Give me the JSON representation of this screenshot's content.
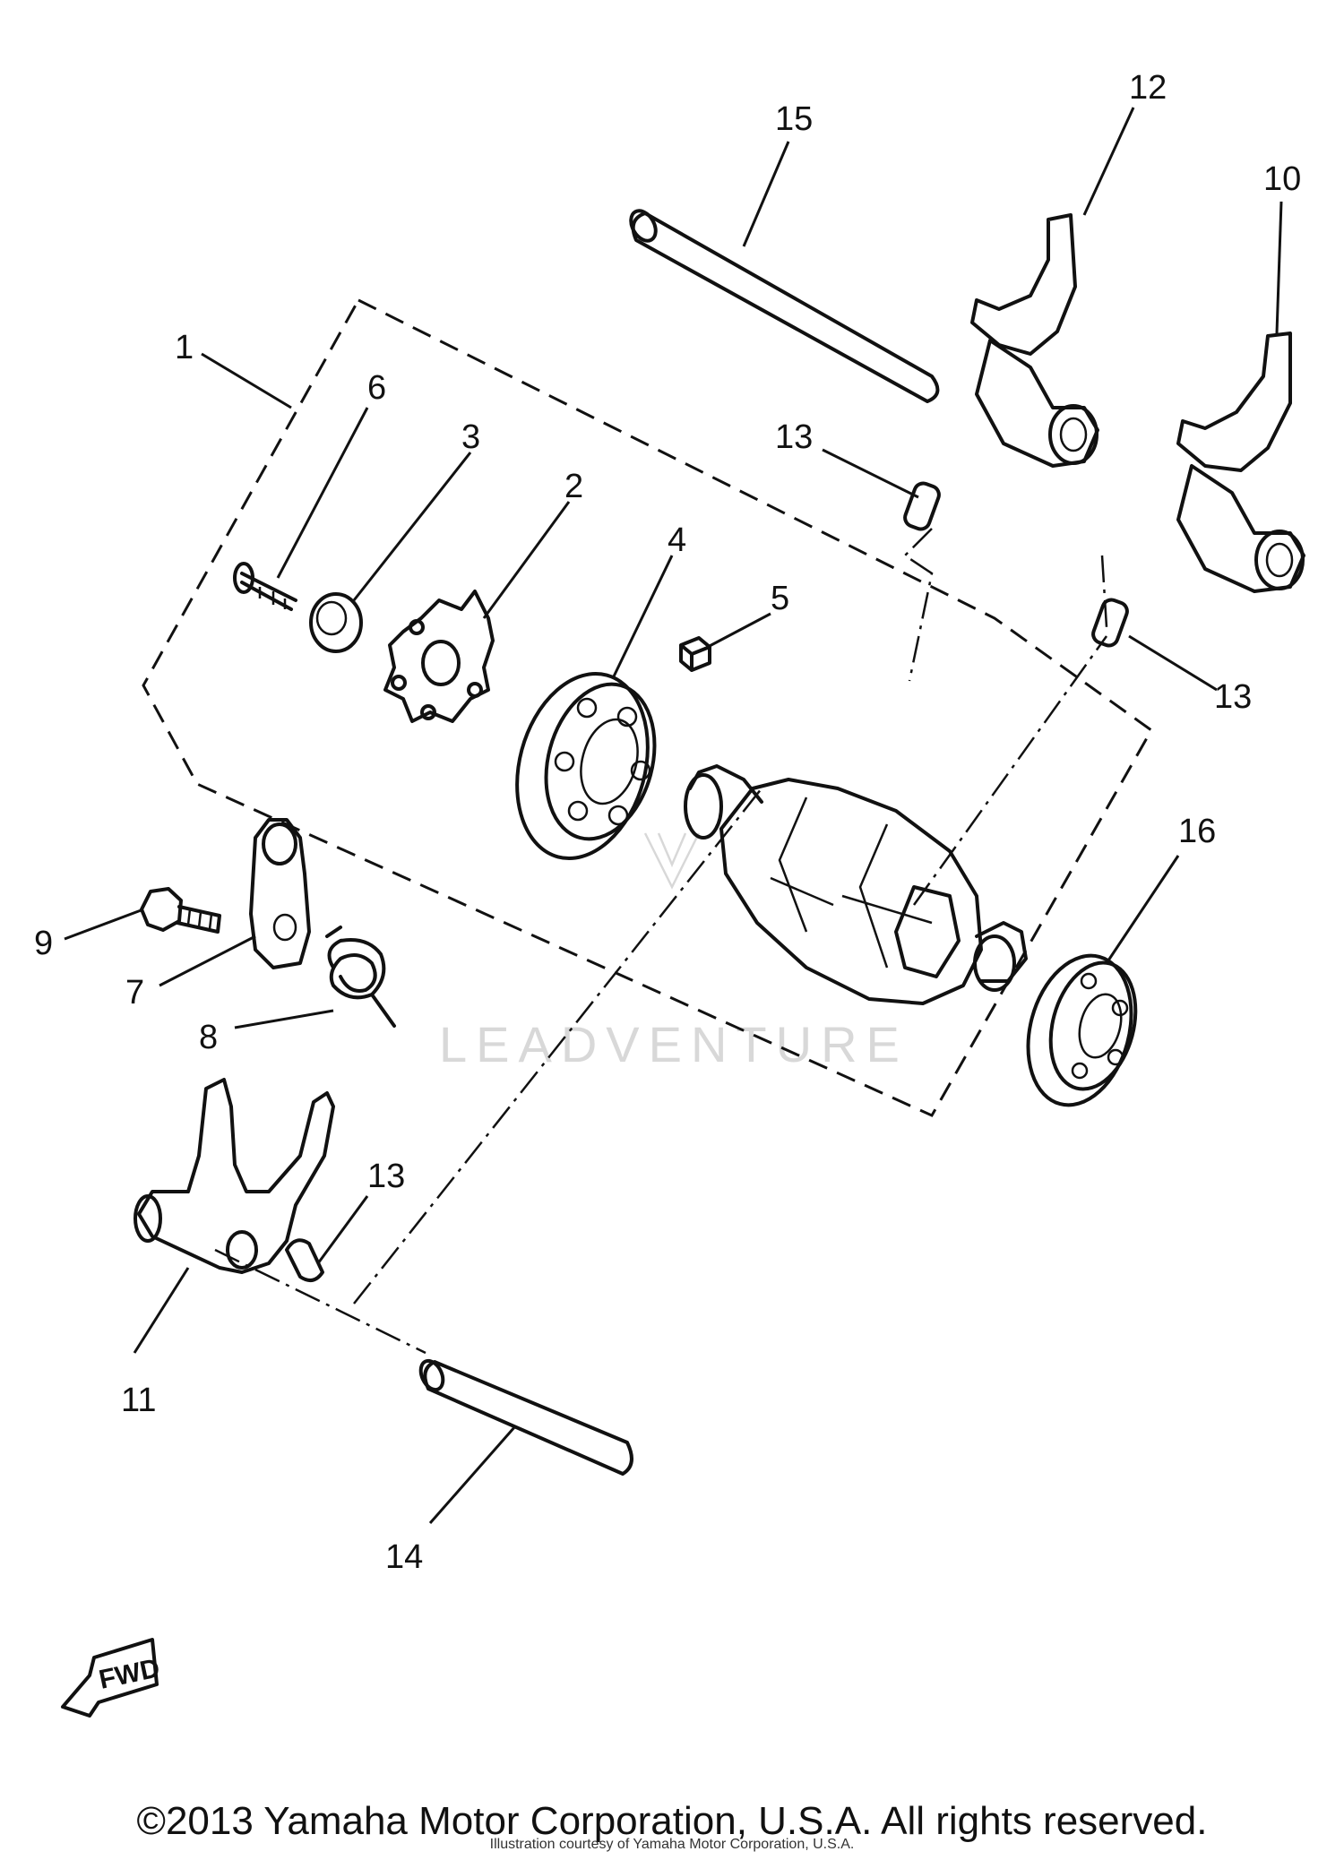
{
  "watermark": "LEADVENTURE",
  "callouts": {
    "c1": "1",
    "c2": "2",
    "c3": "3",
    "c4": "4",
    "c5": "5",
    "c6": "6",
    "c7": "7",
    "c8": "8",
    "c9": "9",
    "c10": "10",
    "c11": "11",
    "c12": "12",
    "c13a": "13",
    "c13b": "13",
    "c13c": "13",
    "c14": "14",
    "c15": "15",
    "c16": "16"
  },
  "fwd_label": "FWD",
  "footer": {
    "copyright": "©2013 Yamaha Motor Corporation, U.S.A. All rights reserved.",
    "small_print": "Illustration courtesy of Yamaha Motor Corporation, U.S.A."
  }
}
